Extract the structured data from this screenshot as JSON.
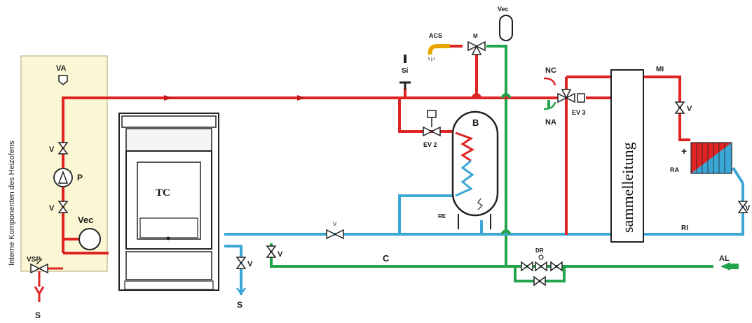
{
  "diagram": {
    "side_caption": "Interne Komponenten des Heizofens",
    "labels": {
      "va": "VA",
      "v_top": "V",
      "p": "P",
      "v_mid": "V",
      "vec_left": "Vec",
      "vsp": "VSP",
      "s_left": "S",
      "tc": "TC",
      "v_drain": "V",
      "s_drain": "S",
      "v_return_small": "V",
      "v_green_riser": "V",
      "c": "C",
      "si": "Si",
      "acs": "ACS",
      "m": "M",
      "vec_top": "Vec",
      "b": "B",
      "ev2": "EV 2",
      "re": "RE",
      "nc": "NC",
      "na": "NA",
      "ev3": "EV 3",
      "manifold": "sammelleitung",
      "mi": "MI",
      "v_right_top": "V",
      "plus": "+",
      "ra": "RA",
      "v_right_low": "V",
      "ri": "RI",
      "dr": "DR",
      "al": "AL"
    },
    "colors": {
      "flow": "#e02424",
      "return": "#3ba7d6",
      "cold_water": "#22a44a",
      "internal_panel": "#fbf7d4"
    }
  }
}
